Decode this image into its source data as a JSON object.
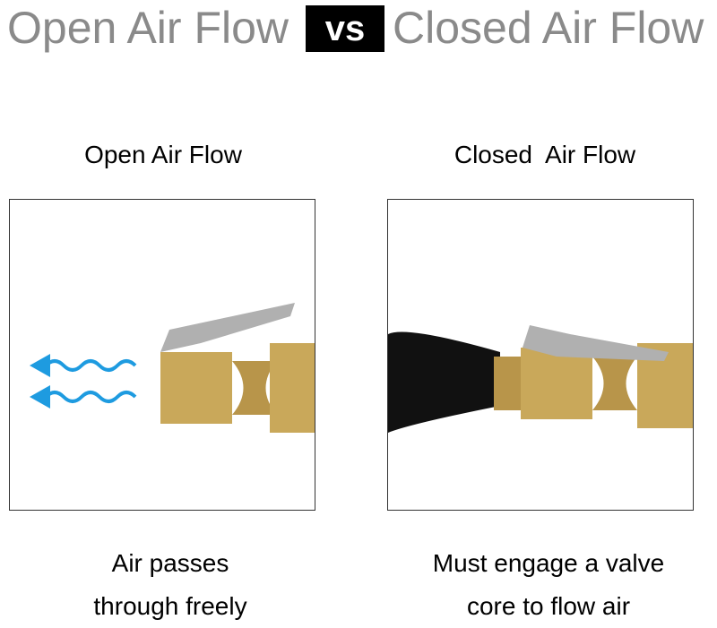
{
  "header": {
    "left": "Open Air Flow",
    "vs": "vs",
    "right": "Closed Air Flow"
  },
  "left": {
    "title": "Open Air Flow",
    "caption1": "Air passes",
    "caption2": "through freely"
  },
  "right": {
    "title": "Closed  Air Flow",
    "caption1": "Must engage a valve",
    "caption2": "core to flow air"
  },
  "colors": {
    "brass": "#c9a85a",
    "arrow": "#1e9be0"
  }
}
